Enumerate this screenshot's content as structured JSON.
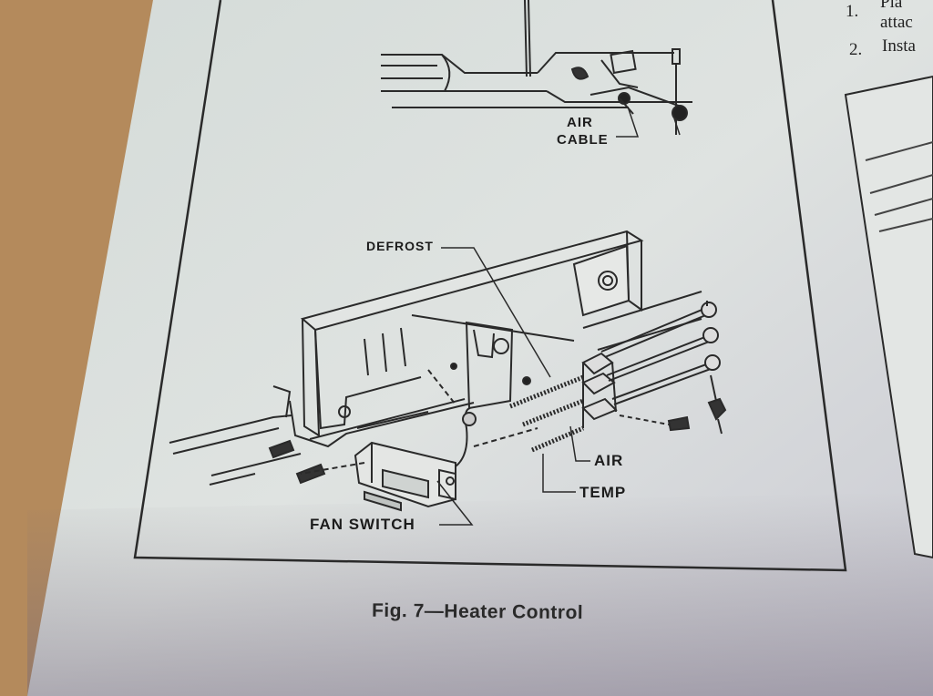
{
  "figure": {
    "caption": "Fig. 7—Heater Control",
    "labels": {
      "air_cable_line1": "AIR",
      "air_cable_line2": "CABLE",
      "defrost": "DEFROST",
      "air": "AIR",
      "temp": "TEMP",
      "fan_switch": "FAN SWITCH"
    }
  },
  "adjacent_column": {
    "step1_number": "1.",
    "step1_text": "Pla",
    "step1_continuation": "attac",
    "step2_number": "2.",
    "step2_text": "Insta"
  }
}
